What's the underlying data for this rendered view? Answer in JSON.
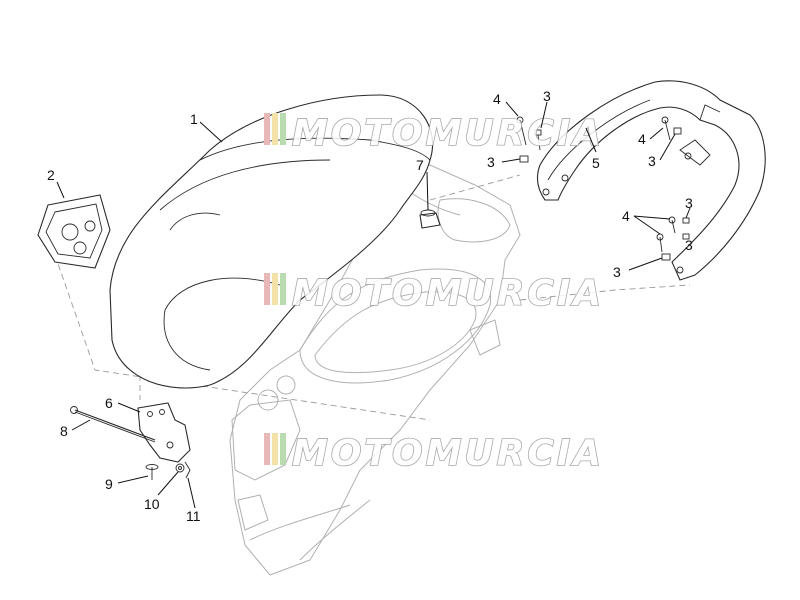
{
  "watermark": {
    "text": "MOTOMURCIA",
    "colors": [
      "#e8b8b8",
      "#f2e2a8",
      "#b8dcb0"
    ]
  },
  "callouts": {
    "seat": "1",
    "helmet_tray": "2",
    "screw_a": "3",
    "screw_b": "3",
    "screw_c": "3",
    "screw_d": "3",
    "screw_e": "3",
    "screw_f": "3",
    "bolt_a": "4",
    "bolt_b": "4",
    "bolt_c": "4",
    "rear_handle": "5",
    "hinge_bracket": "6",
    "rubber_buffer": "7",
    "hinge_pin": "8",
    "hinge_screw": "9",
    "washer": "10",
    "clip": "11"
  }
}
